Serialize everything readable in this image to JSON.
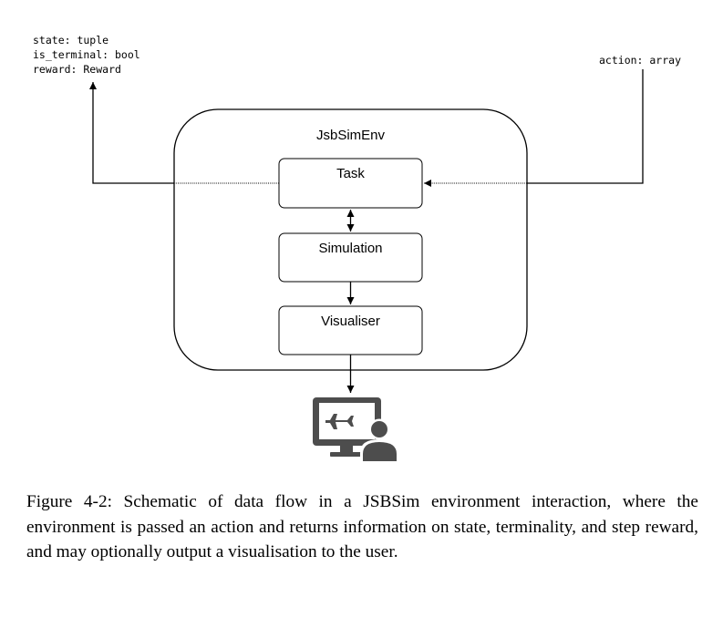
{
  "outputs": {
    "lines": [
      "state: tuple",
      "is_terminal: bool",
      "reward: Reward"
    ]
  },
  "input": {
    "label": "action: array"
  },
  "env": {
    "title": "JsbSimEnv",
    "modules": [
      "Task",
      "Simulation",
      "Visualiser"
    ]
  },
  "user_display": {
    "icon": "monitor-airplane-user-icon"
  },
  "caption": {
    "text": "Figure 4-2: Schematic of data flow in a JSBSim environment interaction, where the environment is passed an action and returns information on state, terminality, and step reward, and may optionally output a visualisation to the user."
  }
}
